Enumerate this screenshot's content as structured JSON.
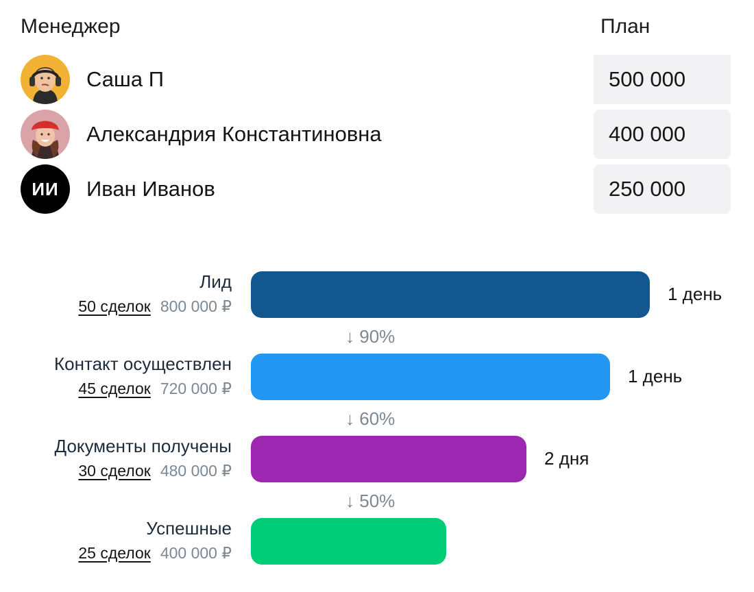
{
  "header": {
    "manager_label": "Менеджер",
    "plan_label": "План"
  },
  "managers": [
    {
      "name": "Саша П",
      "plan": "500 000",
      "avatar": "photo-man-headphones"
    },
    {
      "name": "Александрия Константиновна",
      "plan": "400 000",
      "avatar": "photo-woman-red-hat"
    },
    {
      "name": "Иван Иванов",
      "plan": "250 000",
      "avatar_initials": "ИИ"
    }
  ],
  "funnel": {
    "stages": [
      {
        "name": "Лид",
        "deals": "50 сделок",
        "amount": "800 000 ₽",
        "duration": "1 день",
        "color": "#12578f",
        "share": 1.0
      },
      {
        "name": "Контакт осуществлен",
        "deals": "45 сделок",
        "amount": "720 000 ₽",
        "duration": "1 день",
        "color": "#2196f3",
        "share": 0.9
      },
      {
        "name": "Документы получены",
        "deals": "30 сделок",
        "amount": "480 000 ₽",
        "duration": "2 дня",
        "color": "#9c27b0",
        "share": 0.69
      },
      {
        "name": "Успешные",
        "deals": "25 сделок",
        "amount": "400 000 ₽",
        "duration": "",
        "color": "#00cc77",
        "share": 0.49
      }
    ],
    "conversions": [
      {
        "arrow": "↓",
        "value": "90%"
      },
      {
        "arrow": "↓",
        "value": "60%"
      },
      {
        "arrow": "↓",
        "value": "50%"
      }
    ]
  }
}
